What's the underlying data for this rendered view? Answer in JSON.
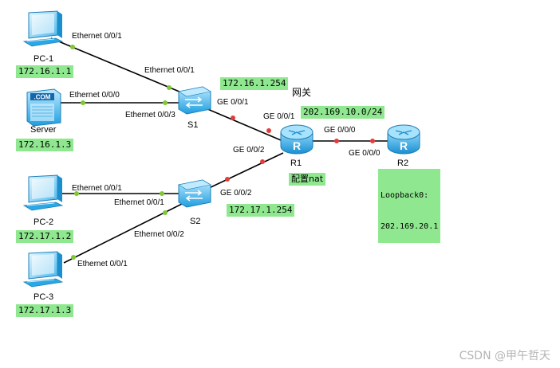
{
  "devices": {
    "pc1": {
      "name": "PC-1",
      "ip": "172.16.1.1"
    },
    "server": {
      "name": "Server",
      "ip": "172.16.1.3",
      "badge": ".COM"
    },
    "pc2": {
      "name": "PC-2",
      "ip": "172.17.1.2"
    },
    "pc3": {
      "name": "PC-3",
      "ip": "172.17.1.3"
    },
    "s1": {
      "name": "S1"
    },
    "s2": {
      "name": "S2"
    },
    "r1": {
      "name": "R1",
      "glyph": "R"
    },
    "r2": {
      "name": "R2",
      "glyph": "R"
    }
  },
  "ports": {
    "pc1_eth": "Ethernet 0/0/1",
    "s1_eth001": "Ethernet 0/0/1",
    "server_eth": "Ethernet 0/0/0",
    "s1_eth003": "Ethernet 0/0/3",
    "s1_ge001": "GE 0/0/1",
    "r1_ge001": "GE 0/0/1",
    "r1_ge000": "GE 0/0/0",
    "r2_ge000": "GE 0/0/0",
    "r1_ge002": "GE 0/0/2",
    "s2_ge002": "GE 0/0/2",
    "pc2_eth": "Ethernet 0/0/1",
    "s2_eth001": "Ethernet 0/0/1",
    "s2_eth002": "Ethernet 0/0/2",
    "pc3_eth": "Ethernet 0/0/1"
  },
  "labels": {
    "gateway1_ip": "172.16.1.254",
    "gateway1_note": "网关",
    "r1_wan_net": "202.169.10.0/24",
    "r1_note": "配置nat",
    "gateway2_ip": "172.17.1.254",
    "r2_loopback_1": "Loopback0:",
    "r2_loopback_2": "202.169.20.1"
  },
  "colors": {
    "device_blue": "#2aa7e6",
    "device_light": "#9fdcf8",
    "ip_bg": "#8fe88f",
    "port_dot_green": "#7ec832",
    "port_dot_red": "#e23c3c",
    "link": "#000000"
  },
  "watermark": "CSDN @甲午哲天"
}
